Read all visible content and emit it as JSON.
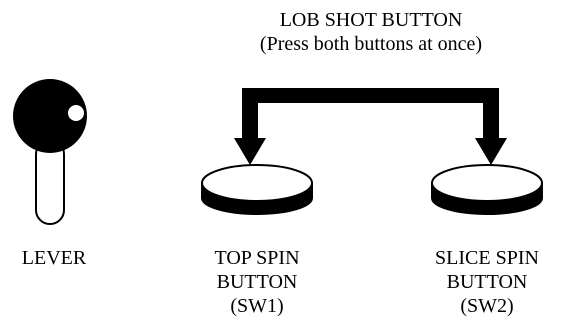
{
  "lob_shot": {
    "line1": "LOB SHOT BUTTON",
    "line2": "(Press both buttons at once)"
  },
  "lever": {
    "label": "LEVER"
  },
  "top_spin": {
    "line1": "TOP SPIN",
    "line2": "BUTTON",
    "line3": "(SW1)"
  },
  "slice_spin": {
    "line1": "SLICE SPIN",
    "line2": "BUTTON",
    "line3": "(SW2)"
  },
  "colors": {
    "ink": "#000000",
    "paper": "#ffffff"
  },
  "icons": [
    "joystick-lever-icon",
    "round-button-icon",
    "bracket-arrow-icon"
  ]
}
